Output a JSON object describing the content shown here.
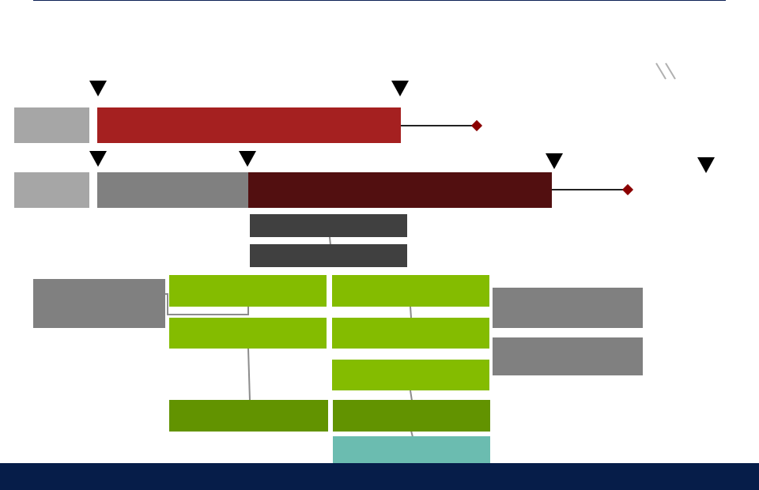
{
  "colors": {
    "top_rule": "#0d2155",
    "footer": "#061d49",
    "row_label": "#a6a6a6",
    "bar_red": "#a52020",
    "bar_gray": "#808080",
    "bar_darkred": "#520f10",
    "box_darkgray": "#404040",
    "box_green": "#84bc00",
    "box_darkgreen": "#629300",
    "box_teal": "#6bbcb0",
    "box_midgray": "#808080",
    "milestone": "#8b0000",
    "marker": "#000000",
    "connector": "#8c8c8c"
  },
  "icons": {
    "milestone_marker": "triangle-down",
    "end_milestone": "diamond",
    "break_mark": "double-slash"
  },
  "timeline": {
    "row1": {
      "label": "",
      "bar_red_text": ""
    },
    "row2": {
      "label": "",
      "bar_gray_text": "",
      "bar_darkred_text": ""
    }
  },
  "boxes": {
    "dark_1": "",
    "dark_2": "",
    "left_gray": "",
    "green_l1": "",
    "green_l2": "",
    "darkgreen_l": "",
    "green_r1": "",
    "green_r2": "",
    "green_r3": "",
    "darkgreen_r": "",
    "teal_r": "",
    "right_gray_1": "",
    "right_gray_2": ""
  },
  "footer": {
    "text": ""
  }
}
